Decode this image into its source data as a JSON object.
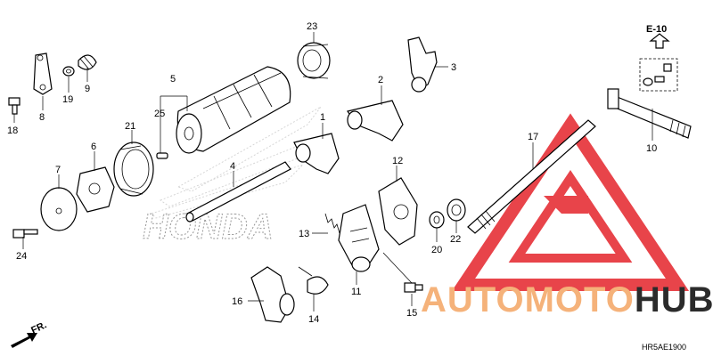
{
  "labels": {
    "p1": "1",
    "p2": "2",
    "p3": "3",
    "p4": "4",
    "p5": "5",
    "p6": "6",
    "p7": "7",
    "p8": "8",
    "p9": "9",
    "p10": "10",
    "p11": "11",
    "p12": "12",
    "p13": "13",
    "p14": "14",
    "p15": "15",
    "p16": "16",
    "p17": "17",
    "p18": "18",
    "p19": "19",
    "p20": "20",
    "p21": "21",
    "p22": "22",
    "p23": "23",
    "p24": "24",
    "p25": "25"
  },
  "ref": "E-10",
  "direction": "FR.",
  "diagram_code": "HR5AE1900",
  "watermark": {
    "part1": "AUTOMOTO",
    "part2": "HUB",
    "color1": "#f5b27a",
    "color2": "#2b2b2b",
    "logo_color": "#e4242b"
  },
  "background_logo": "HONDA"
}
